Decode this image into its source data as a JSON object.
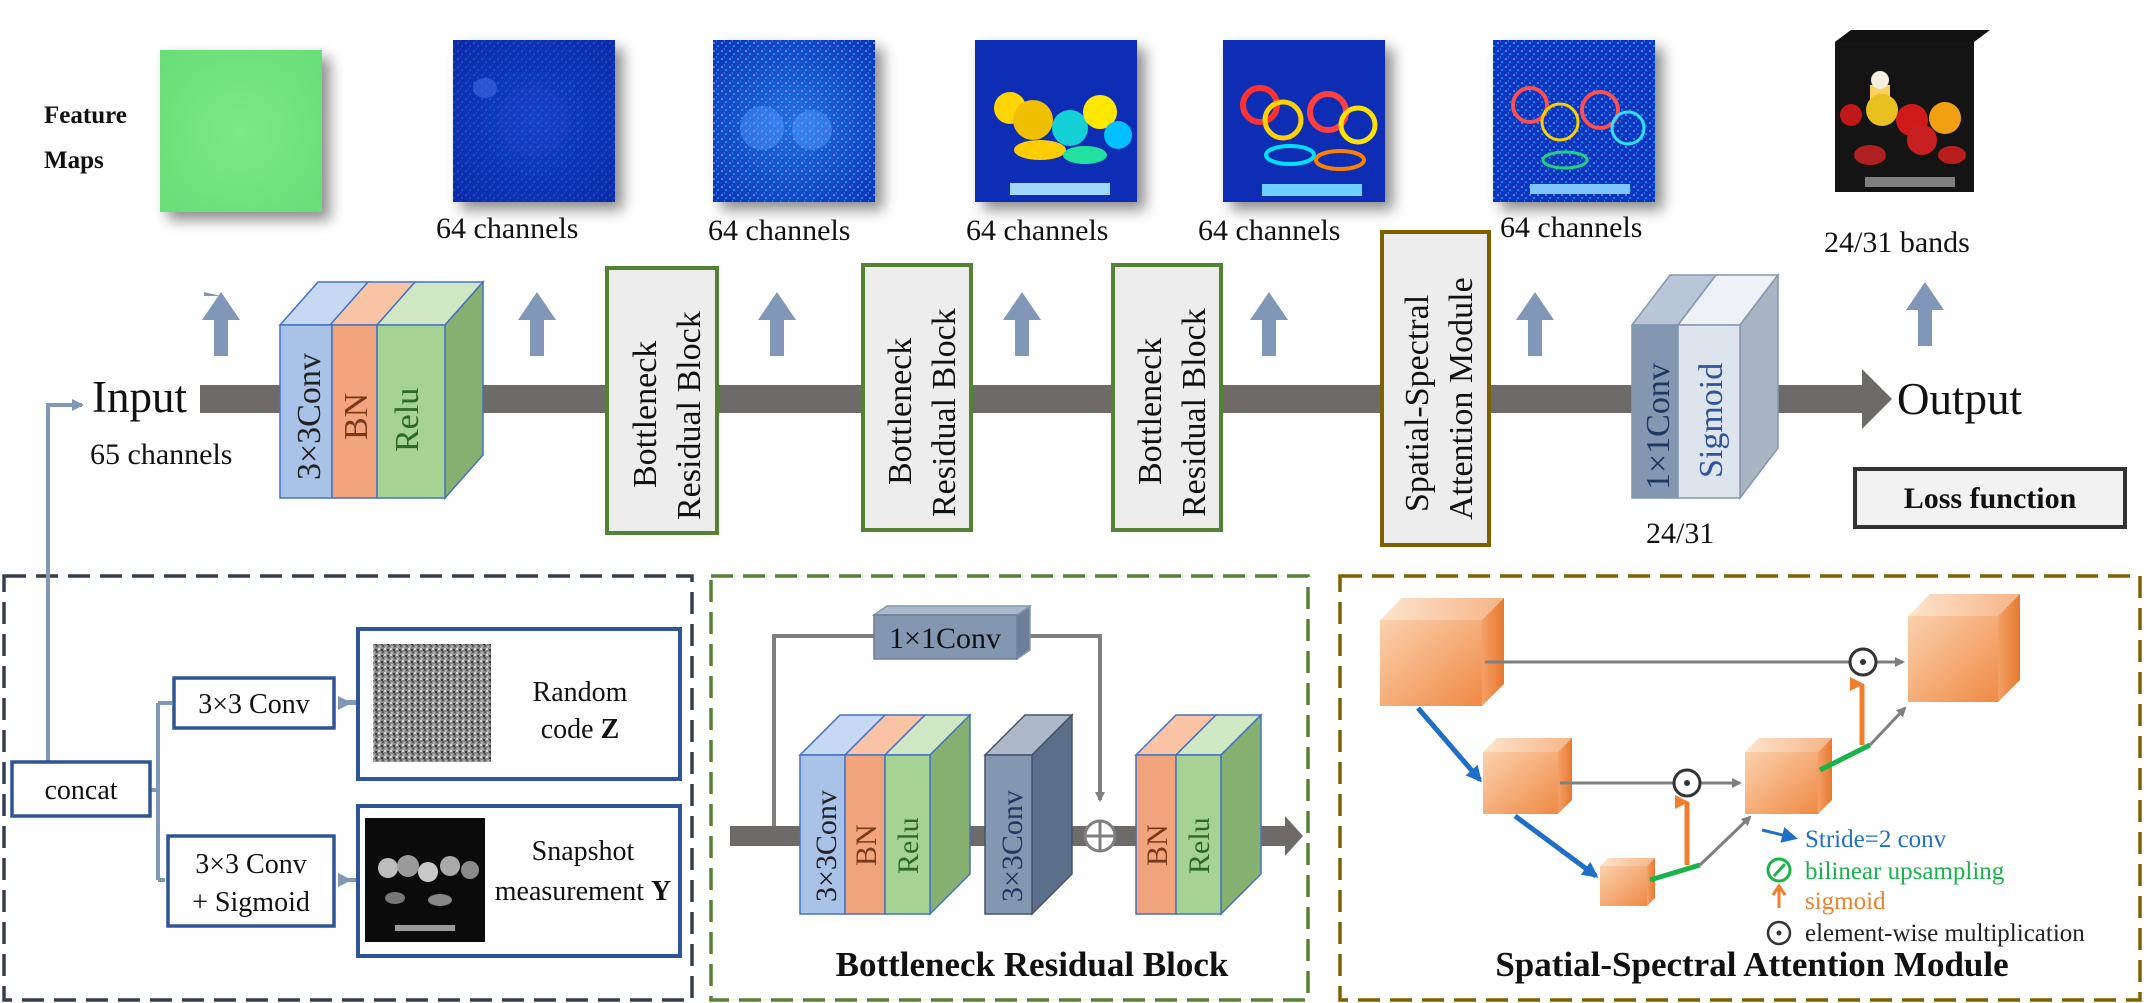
{
  "feature_maps_label": [
    "Feature",
    "Maps"
  ],
  "channel_labels": [
    "64 channels",
    "64 channels",
    "64 channels",
    "64 channels",
    "64 channels"
  ],
  "bands_label": "24/31 bands",
  "input_label": "Input",
  "input_channels": "65 channels",
  "output_label": "Output",
  "first_block": [
    "3×3Conv",
    "BN",
    "Relu"
  ],
  "bottleneck_block_label": [
    "Bottleneck",
    "Residual Block"
  ],
  "attention_module_label": [
    "Spatial-Spectral",
    "Attention Module"
  ],
  "last_block": [
    "1×1Conv",
    "Sigmoid"
  ],
  "last_block_channels": "24/31",
  "loss_function": "Loss function",
  "input_panel": {
    "concat": "concat",
    "conv_top": "3×3 Conv",
    "conv_bottom": [
      "3×3 Conv",
      "+ Sigmoid"
    ],
    "random_code": [
      "Random",
      "code "
    ],
    "random_code_symbol": "Z",
    "snapshot": [
      "Snapshot",
      "measurement "
    ],
    "snapshot_symbol": "Y"
  },
  "bottleneck_panel": {
    "title": "Bottleneck Residual Block",
    "skip_conv": "1×1Conv",
    "block1": [
      "3×3Conv",
      "BN",
      "Relu"
    ],
    "block2": "3×3Conv",
    "block3": [
      "BN",
      "Relu"
    ]
  },
  "attention_panel": {
    "title": "Spatial-Spectral Attention Module",
    "legend": [
      {
        "label": "Stride=2 conv",
        "color": "#1f6fc9"
      },
      {
        "label": "bilinear upsampling",
        "color": "#18b34a"
      },
      {
        "label": "sigmoid",
        "color": "#ef7f2c"
      },
      {
        "label": "element-wise multiplication",
        "color": "#222222"
      }
    ]
  },
  "colors": {
    "trunk_arrow": "#6e6a68",
    "up_arrow": "#8197b8",
    "conv_blue": "#a8c2e8",
    "bn_orange": "#f2a47c",
    "relu_green": "#a6d392",
    "bottleneck_border": "#548235",
    "attention_border": "#7f6000",
    "input_border": "#2f5597",
    "loss_border": "#333333"
  }
}
